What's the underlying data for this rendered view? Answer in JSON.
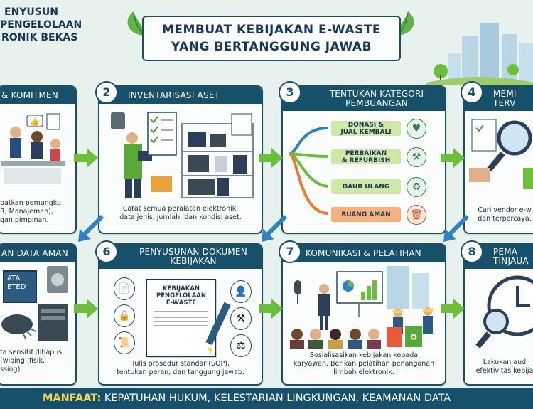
{
  "header": {
    "left_title_line1": "ENYUSUN",
    "left_title_line2": "PENGELOLAAN",
    "left_title_line3": "RONIK BEKAS",
    "main_title_line1": "MEMBUAT KEBIJAKAN E-WASTE",
    "main_title_line2": "YANG BERTANGGUNG JAWAB"
  },
  "steps": [
    {
      "num": "",
      "title": "& KOMITMEN",
      "desc": "patkan pemangku\nR, Manajemen),\ngan pimpinan."
    },
    {
      "num": "2",
      "title": "INVENTARISASI ASET",
      "desc": "Catat semua peralatan elektronik,\ndata jenis, jumlah, dan kondisi aset."
    },
    {
      "num": "3",
      "title": "TENTUKAN KATEGORI\nPEMBUANGAN",
      "desc": ""
    },
    {
      "num": "4",
      "title": "MEMI\nTERV",
      "desc": "Cari vendor e-w\ndan terpercaya."
    },
    {
      "num": "",
      "title": "AN DATA AMAN",
      "desc": "ta sensitif dihapus\n(wiping, fisik,\nssing)."
    },
    {
      "num": "6",
      "title": "PENYUSUNAN DOKUMEN\nKEBIJAKAN",
      "desc": "Tulis prosedur standar (SOP),\ntentukan peran, dan tanggung jawab."
    },
    {
      "num": "7",
      "title": "KOMUNIKASI & PELATIHAN",
      "desc": "Sosialisasikan kebijakan kepada\nkaryawan. Berikan pelatihan penanganan\nlimbah elektronik."
    },
    {
      "num": "8",
      "title": "PEMA\nTINJAUA",
      "desc": "Lakukan aud\nefektivitas kebija"
    }
  ],
  "categories": [
    {
      "label": "DONASI &\nJUAL KEMBALI",
      "color": "#cfe8a6",
      "icon": "heart-hand-icon"
    },
    {
      "label": "PERBAIKAN\n& REFURBISH",
      "color": "#cfe8a6",
      "icon": "tools-icon"
    },
    {
      "label": "DAUR ULANG",
      "color": "#cfe8a6",
      "icon": "recycle-icon"
    },
    {
      "label": "BUANG AMAN",
      "color": "#f6b27a",
      "icon": "trash-icon"
    }
  ],
  "illustration_text": {
    "doc_title": "KEBIJAKAN\nPENGELOLAAN\nE-WASTE",
    "deleted_label": "ATA\nETED"
  },
  "banner": {
    "label": "MANFAAT:",
    "text": " KEPATUHAN HUKUM, KELESTARIAN LINGKUNGAN, KEAMANAN DATA"
  },
  "colors": {
    "navy": "#17506a",
    "green_arrow": "#6cbf3a",
    "bg": "#e7f2ef"
  }
}
